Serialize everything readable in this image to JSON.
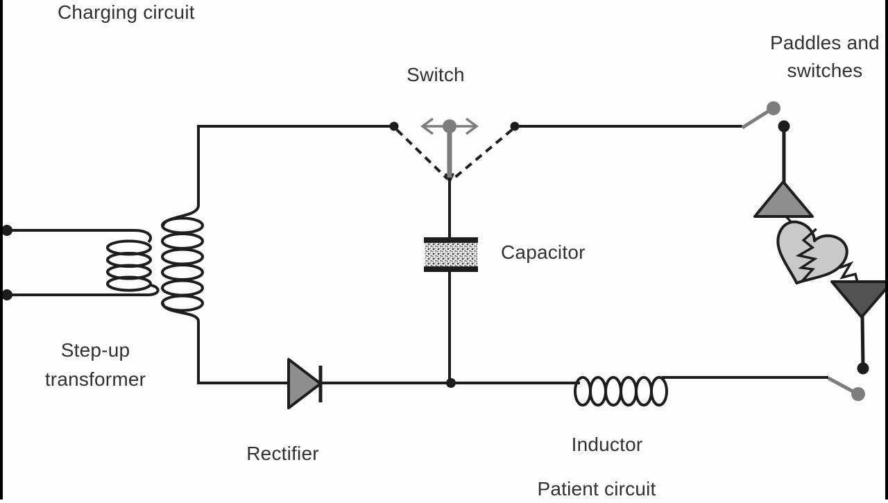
{
  "colors": {
    "bg": "#fdfdfd",
    "line": "#1d1d1d",
    "gray": "#7d7d7d",
    "paddle-top": "#8e8e8e",
    "paddle-bottom": "#525252",
    "heart": "#c9c9c9",
    "text": "#303030",
    "edge-bar": "#000000"
  },
  "labels": {
    "charging_circuit": "Charging circuit",
    "switch": "Switch",
    "paddles_and_switches": "Paddles and switches",
    "step_up_transformer": "Step-up transformer",
    "rectifier": "Rectifier",
    "capacitor": "Capacitor",
    "inductor": "Inductor",
    "patient_circuit": "Patient circuit"
  },
  "components": [
    {
      "name": "step-up-transformer-symbol",
      "type": "transformer"
    },
    {
      "name": "spdt-switch-symbol",
      "type": "switch"
    },
    {
      "name": "capacitor-symbol",
      "type": "capacitor"
    },
    {
      "name": "rectifier-diode-symbol",
      "type": "diode"
    },
    {
      "name": "inductor-symbol",
      "type": "inductor"
    },
    {
      "name": "paddle-switch-symbols",
      "type": "open-switches"
    },
    {
      "name": "defibrillator-paddle-symbols",
      "type": "paddles"
    },
    {
      "name": "broken-heart-symbol",
      "type": "patient-heart"
    }
  ]
}
